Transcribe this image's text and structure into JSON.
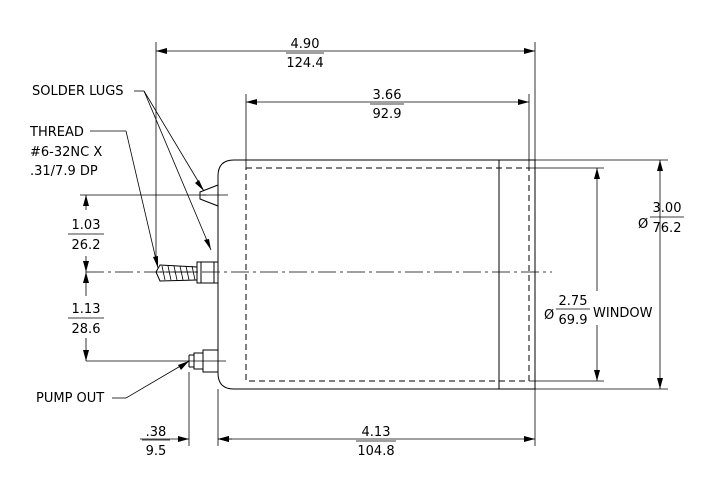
{
  "labels": {
    "solder_lugs": "SOLDER LUGS",
    "thread_1": "THREAD",
    "thread_2": "#6-32NC X",
    "thread_3": ".31/7.9 DP",
    "pump_out": "PUMP OUT",
    "window": "WINDOW",
    "diameter_symbol": "Ø"
  },
  "dimensions": {
    "overall_length": {
      "in": "4.90",
      "mm": "124.4"
    },
    "window_length": {
      "in": "3.66",
      "mm": "92.9"
    },
    "body_length": {
      "in": "4.13",
      "mm": "104.8"
    },
    "flange": {
      "in": ".38",
      "mm": "9.5"
    },
    "upper_offset": {
      "in": "1.03",
      "mm": "26.2"
    },
    "lower_offset": {
      "in": "1.13",
      "mm": "28.6"
    },
    "outer_diameter": {
      "in": "3.00",
      "mm": "76.2"
    },
    "window_diameter": {
      "in": "2.75",
      "mm": "69.9"
    }
  }
}
